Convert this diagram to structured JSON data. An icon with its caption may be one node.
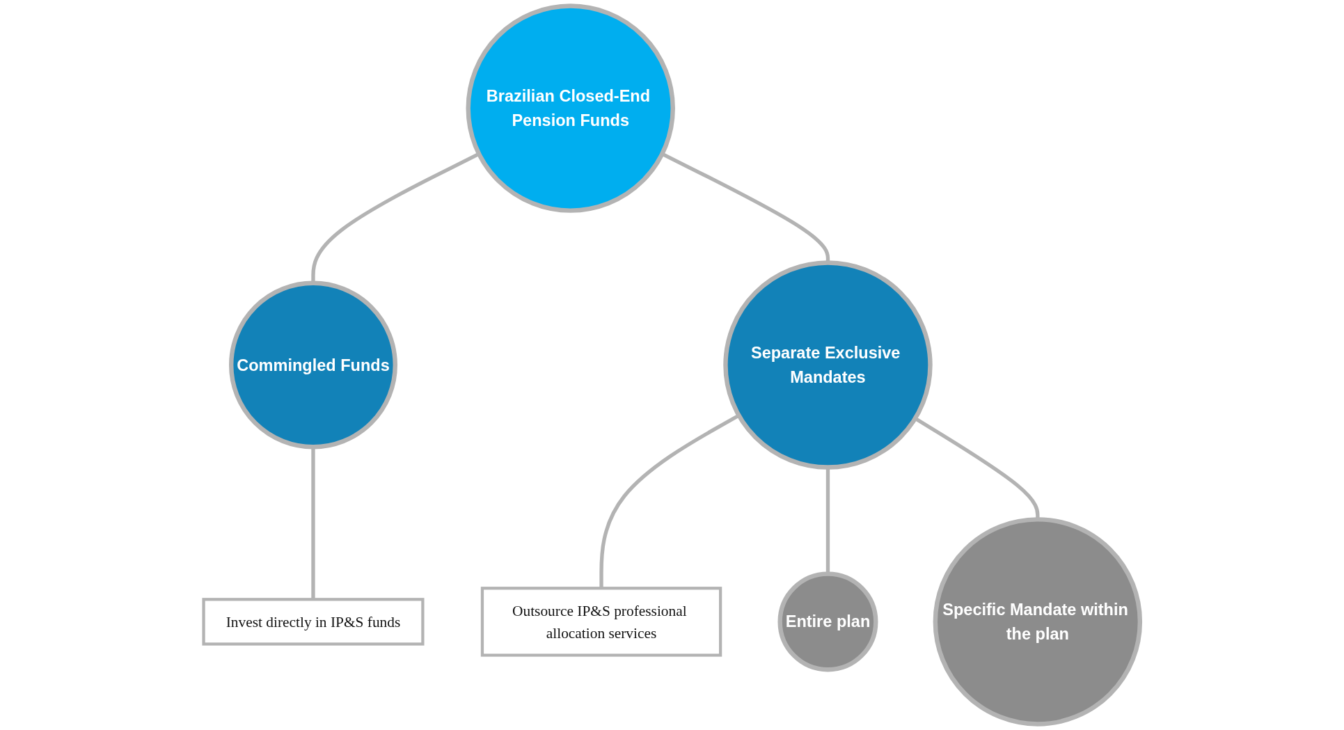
{
  "diagram": {
    "nodes": [
      {
        "text": [
          "Brazilian Closed-End Pension Funds"
        ]
      },
      {
        "text": [
          "Commingled Funds"
        ]
      },
      {
        "text": [
          "Separate Exclusive Mandates"
        ]
      },
      {
        "text": [
          "Invest directly in IP&S funds"
        ]
      },
      {
        "text": [
          "Outsource IP&S professional allocation services"
        ]
      },
      {
        "text": [
          "Entire plan"
        ]
      },
      {
        "text": [
          "Specific Mandate within the plan"
        ]
      }
    ],
    "edges": [
      {
        "from": 0,
        "to": 1,
        "arrow": "none"
      },
      {
        "from": 0,
        "to": 2,
        "arrow": "none"
      },
      {
        "from": 1,
        "to": 3,
        "arrow": "none"
      },
      {
        "from": 2,
        "to": 4,
        "arrow": "none"
      },
      {
        "from": 2,
        "to": 5,
        "arrow": "none"
      },
      {
        "from": 2,
        "to": 6,
        "arrow": "none"
      }
    ]
  }
}
